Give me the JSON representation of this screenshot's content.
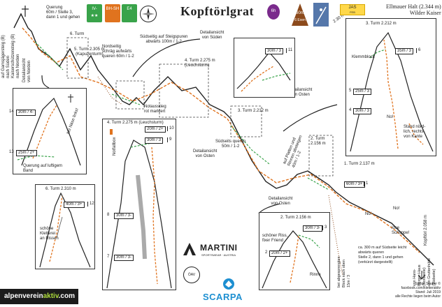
{
  "header": {
    "title": "Kopftörlgrat",
    "summit_name": "Ellmauer Halt (2.344 m)",
    "summit_sub": "Wilder Kaiser",
    "grade_badge": "IV-",
    "grade_stars": "★★",
    "bh_badge": "BH-SH",
    "e_badge": "E4",
    "duration_badge": "6h",
    "exen_badge": "6 Exen",
    "height_badge": "60m",
    "jas_badge": "JAS",
    "feb_badge": "FEB",
    "time_gradient": "2.30 h",
    "colors": {
      "orange": "#e0731e",
      "green": "#39a34a",
      "purple": "#7a2a8c",
      "brown": "#8c4a1c",
      "blue": "#5577aa"
    }
  },
  "labels": {
    "querung": "Querung\n60m / Stelle 3,\ndann 1 und gehen",
    "gamsjagersteig": "auf Gamsjägersteig (B)\nnach Süden\nKaiserschützensteig (B)\nnach Norden",
    "turm6": "6. Turm",
    "detail_norden": "Detailansicht\nvon Norden",
    "turm5": "5. Turm 2.305 m\n(Kapuzenturm)",
    "nordseitig": "Nordseitig\nschräg aufwärts\nqueren 60m / 1-2",
    "suedseitig_steig": "Südseitig auf Steigspuren\nabwärts 100m / 1-2",
    "detail_sueden": "Detailansicht\nvon Süden",
    "notausstieg": "Notausstieg\nrot markiert",
    "turm4": "4. Turm 2.275 m\n(Leuchsturm)",
    "turm3": "3. Turm 2.212 m",
    "suedseits": "Südseits queren\n50m / 1-2",
    "detail_osten_1": "Detailansicht\nvon Osten",
    "platten": "auf Platten und\nRinnen absteigen\n40m / 1-2",
    "detail_osten_2": "Detailansicht\nvon Osten",
    "turm2": "2. Turm\n2.156 m",
    "turm1": "1. Turm 2.137 m",
    "detail_osten_3": "Detailansicht\nvon Osten",
    "ca300": "ca. 300 m auf Südseite leicht\nabwärts queren\nStelle 2, dann 1 und gehen\n(verkürzt dargestellt)",
    "bei_abgesprengten": "bei abgesprengten\nBlock nach oben\n15m / 3",
    "von_hans": "von Hans-Berger-Haus\n(Nordseite)\nvon Gruttenhütte\n(Südseite)",
    "kopftorl": "Kopftörl 2.058 m",
    "no1": "No!",
    "no2": "No!",
    "lose": "lose\nSchuppe!"
  },
  "inset_turm6": {
    "title": "6. Turm 2.310 m",
    "pitches": [
      {
        "text": "40m / 3+",
        "num": "12"
      }
    ],
    "note": "schöne\nKletterei\nan Rissen"
  },
  "inset_turm6_top": {
    "pitches": [
      {
        "text": "30m / 4-",
        "num": "14"
      },
      {
        "text": "25m / 2+",
        "num": "13"
      }
    ],
    "nase": "bei Näse links!",
    "querung": "Querung auf luftigem\nBand"
  },
  "inset_turm4": {
    "title": "4. Turm 2.275 m (Leuchsturm)",
    "pitches": [
      {
        "text": "20m / 2+",
        "num": "10"
      },
      {
        "text": "30m / 3",
        "num": "9"
      },
      {
        "text": "30m / 3-",
        "num": "8"
      },
      {
        "text": "30m / 3-",
        "num": "7"
      }
    ],
    "notfall": "Notfallbox"
  },
  "inset_turm3": {
    "title": "3. Turm 2.212 m",
    "pitches": [
      {
        "text": "35m / 3",
        "num": "6"
      },
      {
        "text": "25m / 3",
        "num": "5"
      },
      {
        "text": "30m / 3",
        "num": "4"
      }
    ],
    "klemmblock": "Klemmblock",
    "stand": "Stand nörd-\nlich, rechts\nvon Kante",
    "no": "No!"
  },
  "inset_detail_s": {
    "pitch": {
      "text": "30m / 3",
      "num": "11"
    }
  },
  "inset_turm2": {
    "title": "2. Turm 2.156 m",
    "pitches": [
      {
        "text": "30m / 3-",
        "num": "3"
      },
      {
        "text": "20m / 2+",
        "num": "2"
      }
    ],
    "riss": "schöner Riss,\nfixer Friend",
    "rinne": "Rinne"
  },
  "inset_turm1": {
    "pitch": {
      "text": "60m / 3+",
      "num": "1"
    }
  },
  "sponsors": {
    "martini": "MARTINI",
    "martini_sub": "SPORTSWEAR · AUSTRIA",
    "scarpa": "SCARPA",
    "ogv": "ÖAV"
  },
  "footer": {
    "site_a": "alpenverein",
    "site_b": "aktiv",
    "site_c": ".com"
  },
  "credits": "Stefan Stadler ©\nfacebook.com/kletteraktiv\nStand: Juli 2019\nalle Rechte liegen beim Autor"
}
